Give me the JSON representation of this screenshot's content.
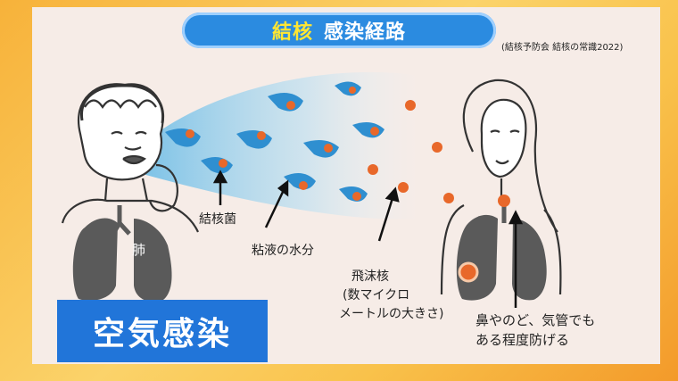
{
  "title": {
    "part1": "結核",
    "part2": "感染経路"
  },
  "source": "(結核予防会 結核の常識2022)",
  "labels": {
    "lung": "肺",
    "bacteria": "結核菌",
    "mucus": "粘液の水分",
    "nuclei_line1": "飛沫核",
    "nuclei_line2": "(数マイクロ",
    "nuclei_line3": "メートルの大きさ)",
    "defense_line1": "鼻やのど、気管でも",
    "defense_line2": "ある程度防げる"
  },
  "main_label": "空気感染",
  "colors": {
    "title_bg": "#2b8be0",
    "title_accent": "#ffe633",
    "panel_bg": "#f6ece7",
    "spray": "#7cc4e8",
    "droplet": "#2f8fd0",
    "bacterium": "#e8682a",
    "lung": "#5a5a5a",
    "main_label_bg": "#2175d9"
  }
}
